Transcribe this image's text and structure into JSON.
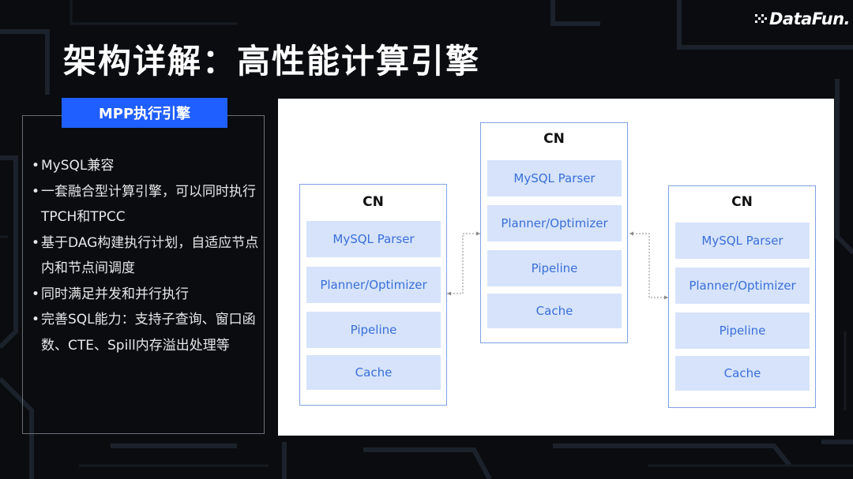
{
  "brand": {
    "logo_text": "DataFun."
  },
  "title": "架构详解：高性能计算引擎",
  "panel": {
    "label": "MPP执行引擎",
    "bullets": [
      "MySQL兼容",
      "一套融合型计算引擎，可以同时执行TPCH和TPCC",
      "基于DAG构建执行计划，自适应节点内和节点间调度",
      "同时满足并发和并行执行",
      "完善SQL能力：支持子查询、窗口函数、CTE、Spill内存溢出处理等"
    ]
  },
  "diagram": {
    "nodes": [
      {
        "title": "CN",
        "components": [
          "MySQL Parser",
          "Planner/Optimizer",
          "Pipeline",
          "Cache"
        ]
      },
      {
        "title": "CN",
        "components": [
          "MySQL Parser",
          "Planner/Optimizer",
          "Pipeline",
          "Cache"
        ]
      },
      {
        "title": "CN",
        "components": [
          "MySQL Parser",
          "Planner/Optimizer",
          "Pipeline",
          "Cache"
        ]
      }
    ]
  },
  "colors": {
    "accent": "#1f5eff",
    "component_fill": "#d6e3fb",
    "component_text": "#3a6fd8",
    "node_border": "#7fa0e6"
  }
}
